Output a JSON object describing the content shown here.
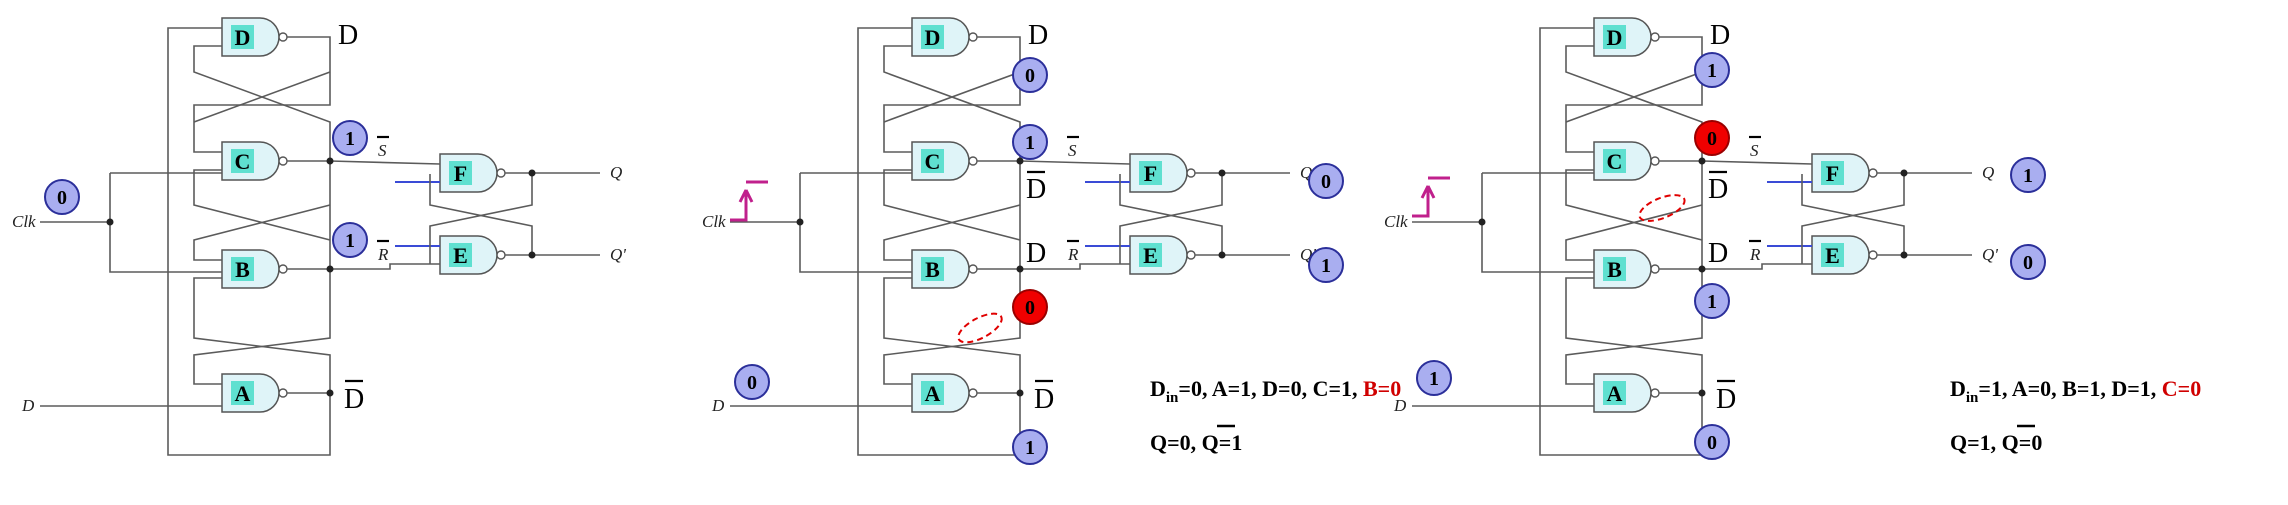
{
  "panels": [
    {
      "gates": {
        "D": "D",
        "C": "C",
        "B": "B",
        "A": "A",
        "F": "F",
        "E": "E"
      },
      "signals": {
        "d_top": "D",
        "s_bar": "S",
        "r_bar": "R",
        "q": "Q",
        "q_prime": "Q'",
        "clk": "Clk",
        "d_in": "D",
        "d_bar": "D"
      },
      "nodes": {
        "clk": "0",
        "s": "1",
        "r": "1"
      }
    },
    {
      "gates": {
        "D": "D",
        "C": "C",
        "B": "B",
        "A": "A",
        "F": "F",
        "E": "E"
      },
      "signals": {
        "d_top": "D",
        "s_bar": "S",
        "d_bar_c": "D",
        "r_bar": "R",
        "d_b": "D",
        "q": "Q",
        "q_prime": "Q'",
        "clk": "Clk",
        "d_in": "D",
        "d_bar": "D"
      },
      "nodes": {
        "d_top": "0",
        "s": "1",
        "q": "0",
        "q_prime": "1",
        "b": "0",
        "d_in": "0",
        "a": "1"
      },
      "eq1": {
        "D": "D",
        "in": "in",
        "rest": "=0, A=1, D=0, C=1, ",
        "red": "B=0"
      },
      "eq2": {
        "a": "Q=0, ",
        "Q": "Q",
        "b": "=1"
      }
    },
    {
      "gates": {
        "D": "D",
        "C": "C",
        "B": "B",
        "A": "A",
        "F": "F",
        "E": "E"
      },
      "signals": {
        "d_top": "D",
        "s_bar": "S",
        "d_bar_c": "D",
        "r_bar": "R",
        "d_b": "D",
        "q": "Q",
        "q_prime": "Q'",
        "clk": "Clk",
        "d_in": "D",
        "d_bar": "D"
      },
      "nodes": {
        "d_top": "1",
        "c": "0",
        "q": "1",
        "q_prime": "0",
        "b": "1",
        "d_in": "1",
        "a": "0"
      },
      "eq1": {
        "D": "D",
        "in": "in",
        "rest": "=1, A=0, B=1, D=1, ",
        "red": "C=0"
      },
      "eq2": {
        "a": "Q=1, ",
        "Q": "Q",
        "b": "=0"
      }
    }
  ],
  "colors": {
    "node_fill": "#a9aef0",
    "node_red": "#f00000",
    "gate_fill": "#dff4f8",
    "gate_label": "#5fe0d0",
    "clock_mark": "#c0208c",
    "highlight": "#d00000"
  }
}
